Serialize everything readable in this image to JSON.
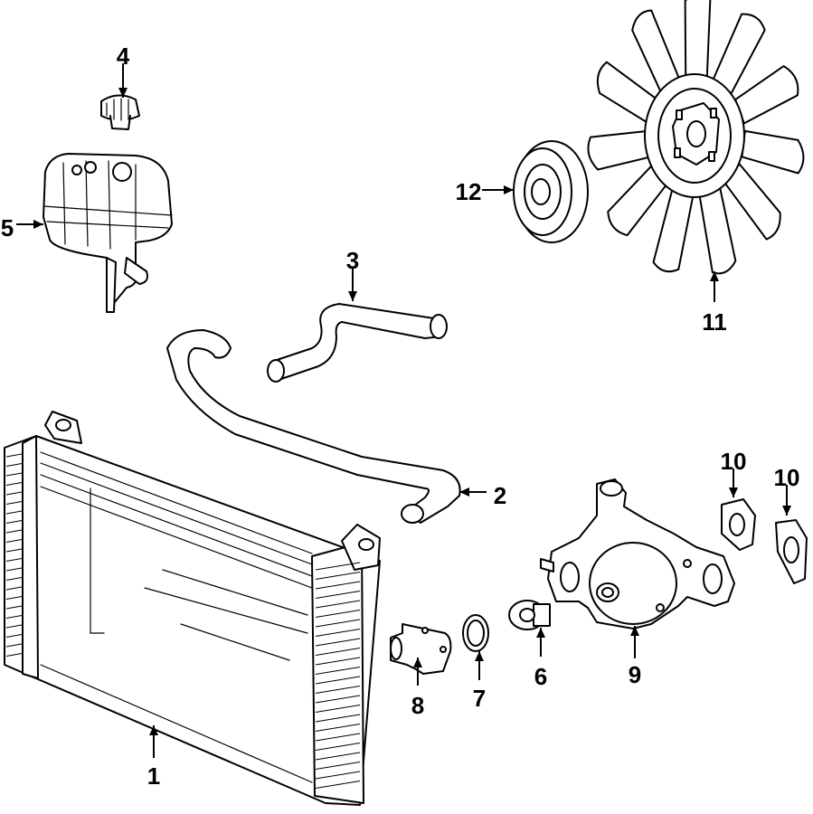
{
  "callouts": [
    {
      "id": "1",
      "label": "1"
    },
    {
      "id": "2",
      "label": "2"
    },
    {
      "id": "3",
      "label": "3"
    },
    {
      "id": "4",
      "label": "4"
    },
    {
      "id": "5",
      "label": "5"
    },
    {
      "id": "6",
      "label": "6"
    },
    {
      "id": "7",
      "label": "7"
    },
    {
      "id": "8",
      "label": "8"
    },
    {
      "id": "9",
      "label": "9"
    },
    {
      "id": "10a",
      "label": "10"
    },
    {
      "id": "10b",
      "label": "10"
    },
    {
      "id": "11",
      "label": "11"
    },
    {
      "id": "12",
      "label": "12"
    }
  ],
  "colors": {
    "line": "#000000",
    "background": "#ffffff"
  }
}
